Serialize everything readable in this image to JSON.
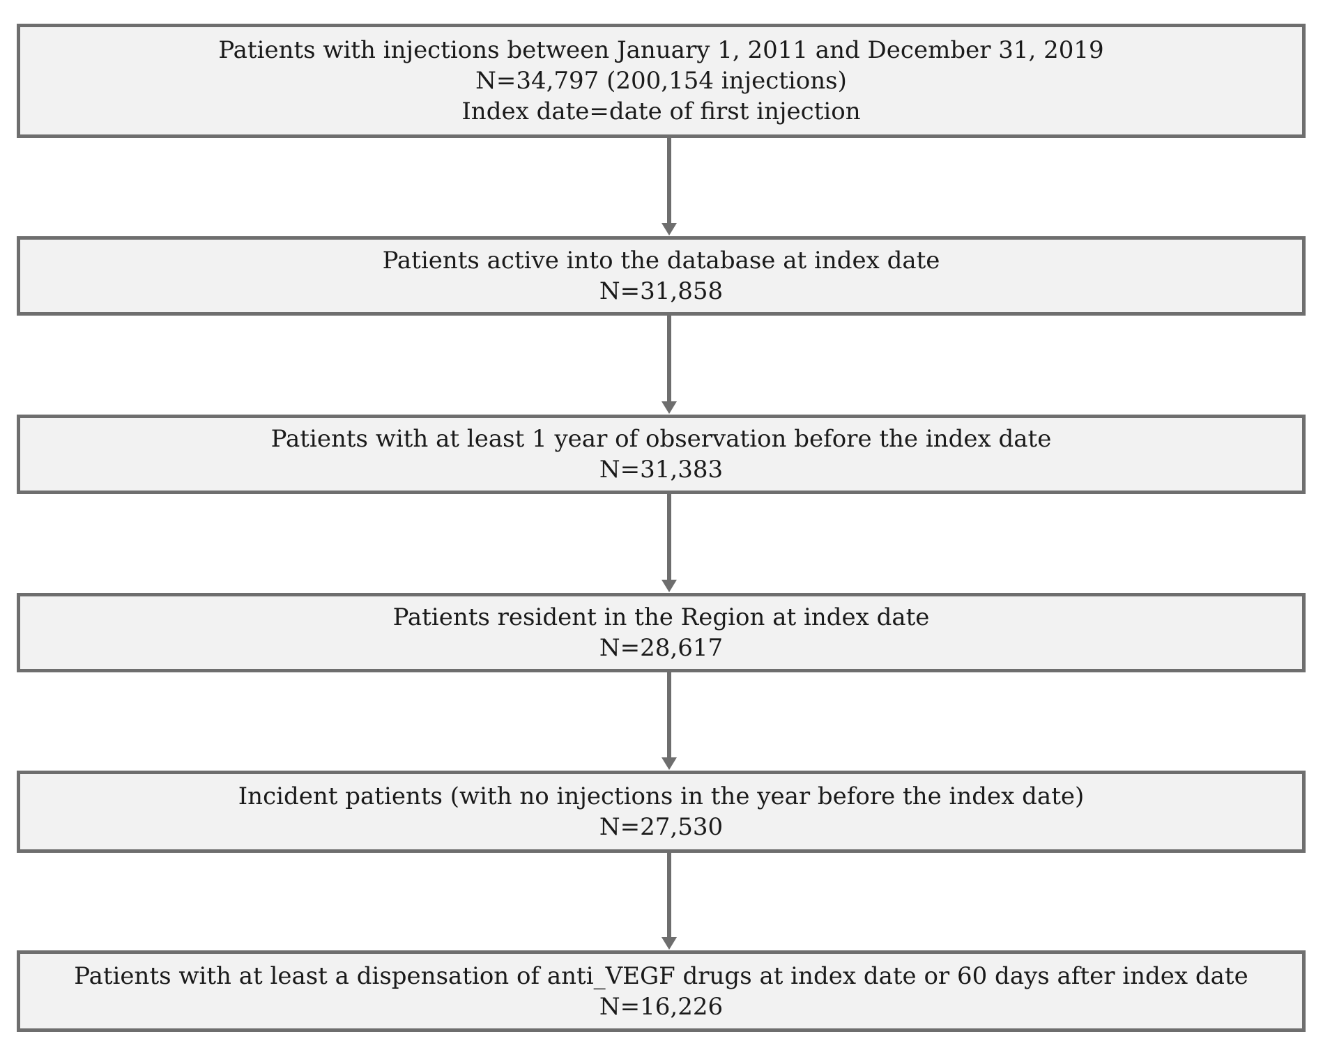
{
  "flowchart": {
    "boxes": [
      {
        "lines": [
          "Patients with injections between January 1, 2011 and December 31, 2019",
          "N=34,797 (200,154 injections)",
          "Index date=date of first injection"
        ]
      },
      {
        "lines": [
          "Patients active into the database at index date",
          "N=31,858"
        ]
      },
      {
        "lines": [
          "Patients with at least 1 year of observation before the index date",
          "N=31,383"
        ]
      },
      {
        "lines": [
          "Patients resident in the Region at index date",
          "N=28,617"
        ]
      },
      {
        "lines": [
          "Incident patients (with no injections in the year before the index date)",
          "N=27,530"
        ]
      },
      {
        "lines": [
          "Patients with at least a dispensation of anti_VEGF drugs at index date or 60 days after index date",
          "N=16,226"
        ]
      }
    ],
    "colors": {
      "box_fill": "#f2f2f2",
      "border": "#6e6e6e",
      "arrow": "#6e6e6e",
      "text": "#1a1a1a"
    }
  }
}
